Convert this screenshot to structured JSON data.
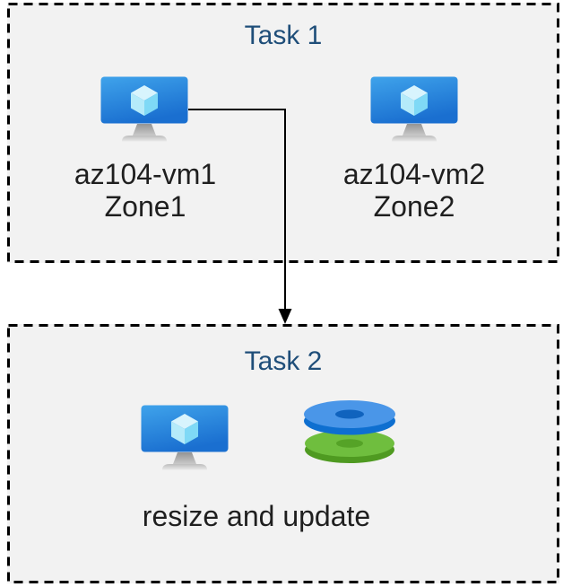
{
  "task1": {
    "title": "Task 1",
    "vms": [
      {
        "name": "az104-vm1",
        "zone": "Zone1",
        "icon": "virtual-machine-icon"
      },
      {
        "name": "az104-vm2",
        "zone": "Zone2",
        "icon": "virtual-machine-icon"
      }
    ]
  },
  "task2": {
    "title": "Task 2",
    "caption": "resize and update",
    "icons": [
      "virtual-machine-icon",
      "disks-icon"
    ]
  },
  "arrow": {
    "from": "az104-vm1",
    "to": "Task 2",
    "direction": "down"
  },
  "colors": {
    "task_title_text": "#1F4E79",
    "label_text": "#1F1F1F",
    "box_fill": "#F2F2F2",
    "box_border": "#000000",
    "vm_screen_top": "#3FA3EB",
    "vm_screen_bottom": "#1A6FD0",
    "cube_top": "#D8F4FD",
    "cube_left": "#B5EBFA",
    "cube_right": "#7FD9F6",
    "disk_blue_top": "#4A96E8",
    "disk_blue_side": "#0E6FD0",
    "disk_blue_hole": "#1063BE",
    "disk_green_top": "#6FBE3E",
    "disk_green_side": "#4F9A21",
    "disk_green_hole": "#55A327"
  }
}
